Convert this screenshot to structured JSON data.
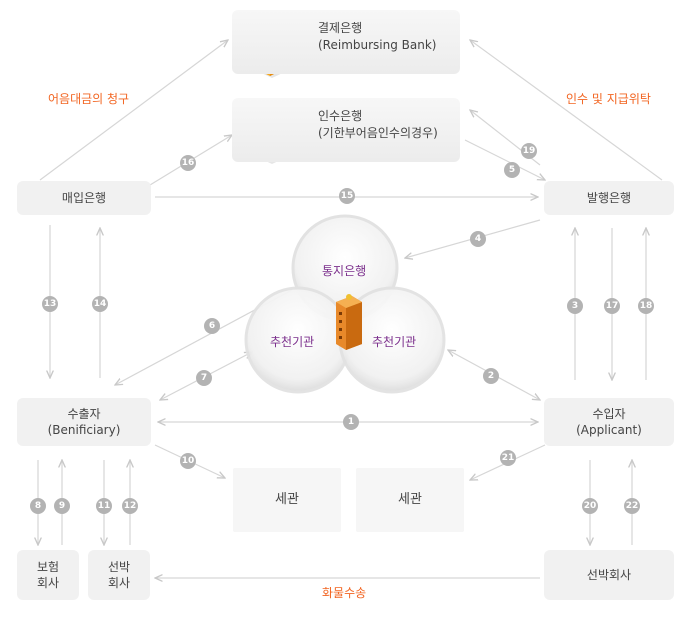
{
  "banks": {
    "reimbursing": {
      "name": "결제은행",
      "sub": "(Reimbursing  Bank)"
    },
    "accepting": {
      "name": "인수은행",
      "sub": "(기한부어음인수의경우)"
    }
  },
  "parties": {
    "negotiating_bank": "매입은행",
    "issuing_bank": "발행은행",
    "exporter": {
      "name": "수출자",
      "sub": "(Benificiary)"
    },
    "importer": {
      "name": "수입자",
      "sub": "(Applicant)"
    },
    "insurance": {
      "line1": "보험",
      "line2": "회사"
    },
    "shipping_left": {
      "line1": "선박",
      "line2": "회사"
    },
    "shipping_right": "선박회사",
    "customs_1": "세관",
    "customs_2": "세관"
  },
  "center": {
    "advising": "통지은행",
    "recommend_left": "추천기관",
    "recommend_right": "추천기관"
  },
  "notes": {
    "bill_claim": "어음대금의 청구",
    "accept_pay": "인수 및 지급위탁",
    "cargo": "화물수송"
  },
  "steps": [
    "1",
    "2",
    "4",
    "5",
    "6",
    "7",
    "3",
    "17",
    "18",
    "8",
    "9",
    "10",
    "11",
    "12",
    "13",
    "14",
    "15",
    "16",
    "19",
    "20",
    "21",
    "22"
  ]
}
